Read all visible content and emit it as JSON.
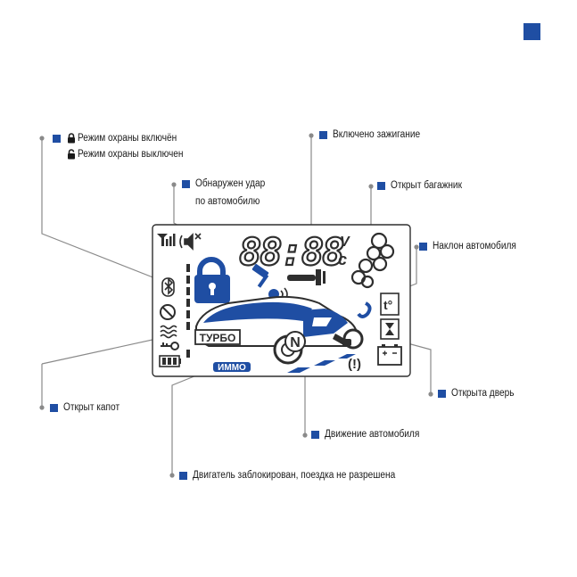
{
  "colors": {
    "accent": "#1f4ea3",
    "line": "#8a8a8a",
    "lcd": "#2e2e2e"
  },
  "labels": {
    "guard_on": "Режим охраны включён",
    "guard_off": "Режим охраны выключен",
    "ignition": "Включено зажигание",
    "shock_line1": "Обнаружен удар",
    "shock_line2": "по автомобилю",
    "trunk": "Открыт багажник",
    "tilt": "Наклон автомобиля",
    "hood": "Открыт капот",
    "door": "Открыта дверь",
    "motion": "Движение автомобиля",
    "immobilizer": "Двигатель заблокирован, поездка не разрешена"
  },
  "display": {
    "clock": "88:88",
    "unit_top": "V",
    "unit_bottom": "c",
    "turbo": "ТУРБО",
    "immo": "ИММО",
    "gear": "N",
    "warning": "(!)",
    "temp": "t°"
  },
  "icons": [
    "locked-padlock-icon",
    "unlocked-padlock-icon",
    "antenna-signal-icon",
    "mute-icon",
    "bluetooth-icon",
    "no-engine-icon",
    "heater-icon",
    "key-icon",
    "battery-icon",
    "smoke-icon",
    "hourglass-icon",
    "car-battery-icon",
    "hammer-icon",
    "wrench-icon"
  ]
}
